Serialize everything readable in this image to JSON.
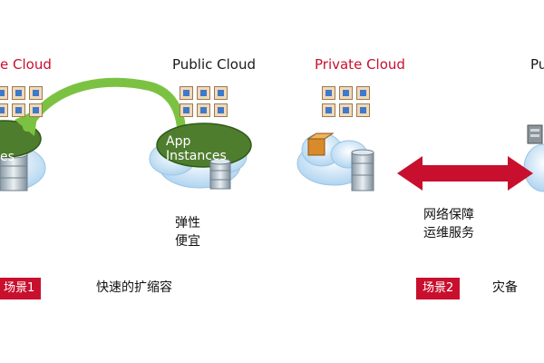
{
  "scenario1": {
    "source_cloud_label": "e Cloud",
    "target_cloud_label": "Public Cloud",
    "app_instances_line1": "App",
    "app_instances_line2": "Instances",
    "left_app_fragment": "es",
    "benefit_line1": "弹性",
    "benefit_line2": "便宜",
    "tag": "场景1",
    "caption": "快速的扩缩容"
  },
  "scenario2": {
    "source_cloud_label": "Private Cloud",
    "target_cloud_label": "Pu",
    "link_line1": "网络保障",
    "link_line2": "运维服务",
    "tag": "场景2",
    "caption": "灾备"
  },
  "colors": {
    "accent_red": "#c8102e",
    "arrow_green": "#7cc242",
    "instances_green": "#4f7d2e",
    "cloud_blue": "#cfe6f7"
  }
}
